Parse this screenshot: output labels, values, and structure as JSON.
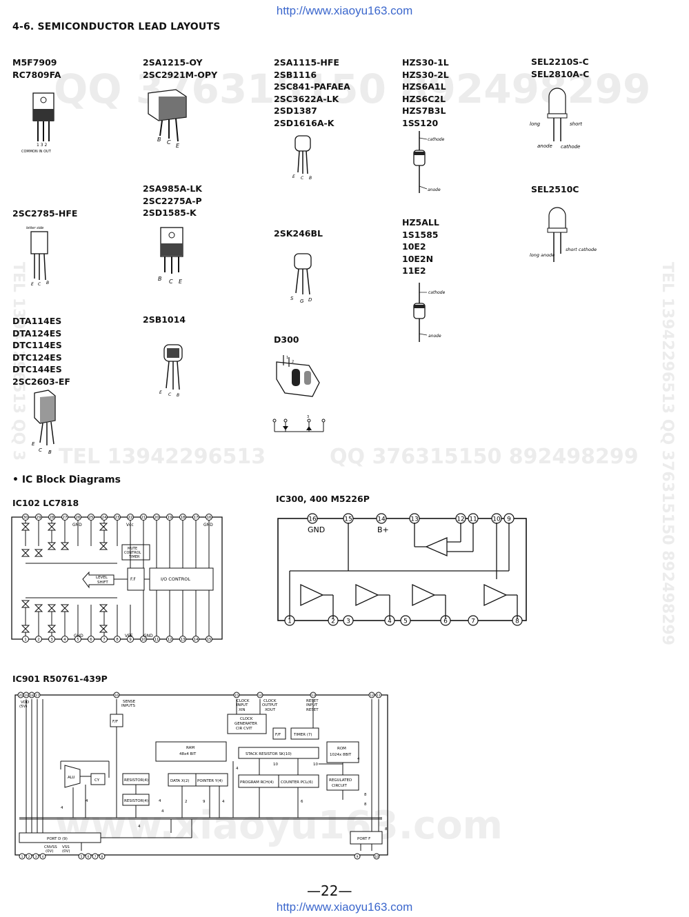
{
  "header_url": "http://www.xiaoyu163.com",
  "footer_url": "http://www.xiaoyu163.com",
  "section_title": "4-6.  SEMICONDUCTOR LEAD LAYOUTS",
  "watermarks": {
    "qq_top": "QQ 376315150 892498299",
    "tel_mid": "TEL 13942296513",
    "qq_mid": "QQ 376315150 892498299",
    "site_bottom": "www.xiaoyu163.com",
    "tel_right_vertical": "TEL 13942296513 QQ 376315150 892498299",
    "tel_left_vertical": "TEL 13942296513 QQ 3"
  },
  "lead_groups": [
    {
      "id": "m5f7909",
      "names": [
        "M5F7909",
        "RC7809FA"
      ],
      "pins": [
        "1 3 2",
        "COMMON IN OUT"
      ]
    },
    {
      "id": "2sa1215",
      "names": [
        "2SA1215-OY",
        "2SC2921M-OPY"
      ],
      "pins": [
        "B",
        "C",
        "E"
      ]
    },
    {
      "id": "2sa1115",
      "names": [
        "2SA1115-HFE",
        "2SB1116",
        "2SC841-PAFAEA",
        "2SC3622A-LK",
        "2SD1387",
        "2SD1616A-K"
      ],
      "pins": [
        "E",
        "C",
        "B"
      ]
    },
    {
      "id": "hzs30",
      "names": [
        "HZS30-1L",
        "HZS30-2L",
        "HZS6A1L",
        "HZS6C2L",
        "HZS7B3L",
        "1SS120"
      ],
      "pins": [
        "cathode",
        "anode"
      ]
    },
    {
      "id": "sel2210",
      "names": [
        "SEL2210S-C",
        "SEL2810A-C"
      ],
      "pins": [
        "long",
        "short",
        "anode",
        "cathode"
      ]
    },
    {
      "id": "2sa985",
      "names": [
        "2SA985A-LK",
        "2SC2275A-P",
        "2SD1585-K"
      ],
      "pins": [
        "B",
        "C",
        "E"
      ]
    },
    {
      "id": "sel2510",
      "names": [
        "SEL2510C"
      ],
      "pins": [
        "long anode",
        "short cathode"
      ]
    },
    {
      "id": "2sc2785",
      "names": [
        "2SC2785-HFE"
      ],
      "pins": [
        "letter side",
        "E",
        "C",
        "B"
      ]
    },
    {
      "id": "2sk246",
      "names": [
        "2SK246BL"
      ],
      "pins": [
        "S",
        "G",
        "D"
      ]
    },
    {
      "id": "hz5all",
      "names": [
        "HZ5ALL",
        "1S1585",
        "10E2",
        "10E2N",
        "11E2"
      ],
      "pins": [
        "cathode",
        "anode"
      ]
    },
    {
      "id": "dta114",
      "names": [
        "DTA114ES",
        "DTA124ES",
        "DTC114ES",
        "DTC124ES",
        "DTC144ES",
        "2SC2603-EF"
      ],
      "pins": [
        "E",
        "C",
        "B"
      ]
    },
    {
      "id": "2sb1014",
      "names": [
        "2SB1014"
      ],
      "pins": [
        "E",
        "C",
        "B"
      ]
    },
    {
      "id": "d300",
      "names": [
        "D300"
      ],
      "pins": [
        "1",
        "2",
        "3"
      ]
    }
  ],
  "ic_section_heading": "• IC Block Diagrams",
  "ic102": {
    "title": "IC102 LC7818",
    "top_pins": [
      "30",
      "29",
      "28",
      "27",
      "26",
      "25",
      "24",
      "23",
      "22",
      "21",
      "20",
      "19",
      "18",
      "17",
      "16"
    ],
    "bottom_pins": [
      "1",
      "2",
      "3",
      "4",
      "5",
      "6",
      "7",
      "8",
      "9",
      "10",
      "11",
      "12",
      "13",
      "14",
      "15"
    ],
    "labels": {
      "gnd_top1": "GND",
      "vcc": "Vcc",
      "gnd_top2": "GND",
      "mute": [
        "MUTE",
        "CONTROL",
        "TIMER"
      ],
      "level_shift": [
        "LEVEL",
        "SHIFT"
      ],
      "ff": "F.F",
      "io": "I/O  CONTROL",
      "gnd_bot": "GND",
      "vee": "VEE",
      "gnd_bot2": "GND"
    }
  },
  "ic300": {
    "title": "IC300, 400 M5226P",
    "top_pins": [
      "16",
      "15",
      "14",
      "13",
      "12",
      "11",
      "10",
      "9"
    ],
    "bottom_pins": [
      "1",
      "2",
      "3",
      "4",
      "5",
      "6",
      "7",
      "8"
    ],
    "labels": {
      "gnd": "GND",
      "bplus": "B+"
    }
  },
  "ic901": {
    "title": "IC901 R50761-439P",
    "labels": {
      "vdd": [
        "VDD",
        "(5V)"
      ],
      "sense": [
        "SENSE",
        "INPUTS"
      ],
      "clock_in": [
        "CLOCK",
        "INPUT",
        "XIN"
      ],
      "clock_out": [
        "CLOCK",
        "OUTPUT",
        "XOUT"
      ],
      "reset": [
        "RESET",
        "INPUT",
        "RESET"
      ],
      "ff1": "F/F",
      "clock_gen": [
        "CLOCK",
        "GENERATER",
        "CIR CVIT"
      ],
      "ff2": "F/F",
      "timer": "TIMER (7)",
      "ram": [
        "RAM",
        "48x4  BIT"
      ],
      "stack": "STACK RESISTOR  SK(10)",
      "rom": [
        "ROM",
        "1024x 8BIT"
      ],
      "alu": "ALU",
      "cy": "CY",
      "res1": "RESISTOR(4)",
      "res2": "RESISTOR(4)",
      "data": "DATA  X(2)",
      "pointer": "POINTER Y(4)",
      "pc": "PROGRAM RCH(4)",
      "counter": "COUNTER PCL(6)",
      "reg": [
        "REGULATED",
        "CIRCUIT"
      ],
      "portd": "PORT D (9)",
      "portf": "PORT F",
      "cnvss": [
        "CNVSS",
        "(0V)"
      ],
      "vss": [
        "VSS",
        "(0V)"
      ],
      "bus_nums": [
        "4",
        "4",
        "4",
        "4",
        "4",
        "2",
        "9",
        "4",
        "4",
        "6",
        "4",
        "8",
        "8",
        "10",
        "10",
        "8"
      ]
    },
    "top_pins": [
      "20",
      "19",
      "18",
      "17",
      "16",
      "15",
      "14",
      "13",
      "12",
      "11"
    ],
    "bottom_pins": [
      "1",
      "2",
      "3",
      "4",
      "5",
      "6",
      "7",
      "8",
      "9",
      "10"
    ]
  },
  "page_number": "—22—"
}
